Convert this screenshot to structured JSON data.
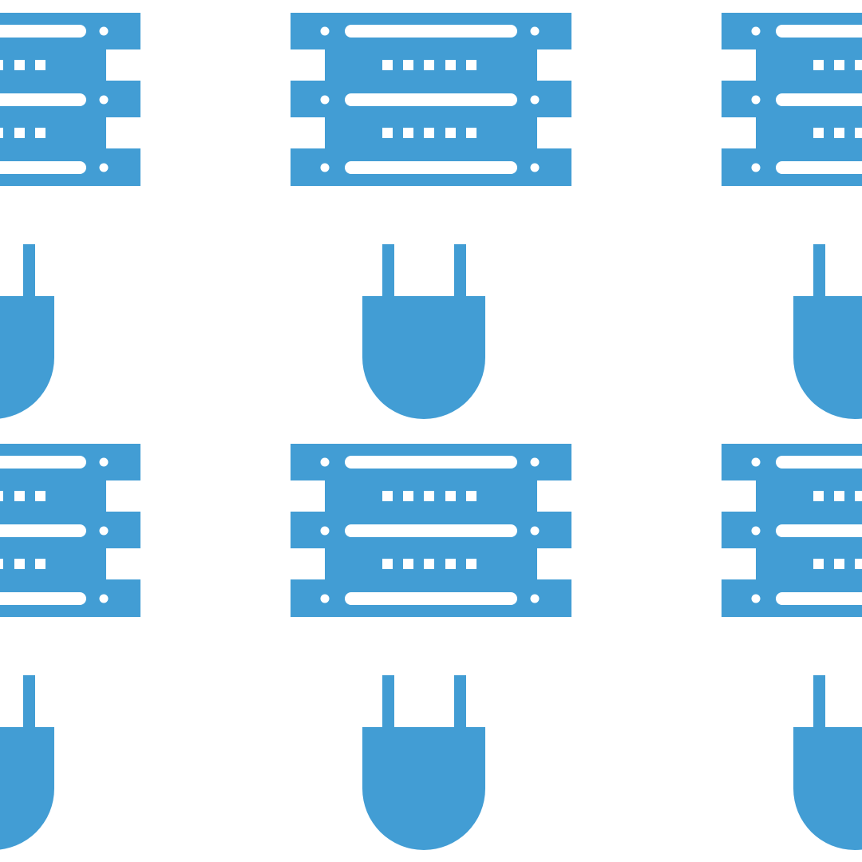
{
  "background": "#ffffff",
  "icon_color": "#429dd4",
  "pattern": {
    "tile_icons": [
      "server-rack-icon",
      "power-plug-icon"
    ],
    "columns": 3,
    "rows": 2,
    "cells": [
      {
        "name": "server-rack-icon",
        "row": 1,
        "column": 1
      },
      {
        "name": "power-plug-icon",
        "row": 1,
        "column": 1
      },
      {
        "name": "server-rack-icon",
        "row": 1,
        "column": 2
      },
      {
        "name": "power-plug-icon",
        "row": 1,
        "column": 2
      },
      {
        "name": "server-rack-icon",
        "row": 1,
        "column": 3
      },
      {
        "name": "power-plug-icon",
        "row": 1,
        "column": 3
      },
      {
        "name": "server-rack-icon",
        "row": 2,
        "column": 1
      },
      {
        "name": "power-plug-icon",
        "row": 2,
        "column": 1
      },
      {
        "name": "server-rack-icon",
        "row": 2,
        "column": 2
      },
      {
        "name": "power-plug-icon",
        "row": 2,
        "column": 2
      },
      {
        "name": "server-rack-icon",
        "row": 2,
        "column": 3
      },
      {
        "name": "power-plug-icon",
        "row": 2,
        "column": 3
      }
    ]
  }
}
